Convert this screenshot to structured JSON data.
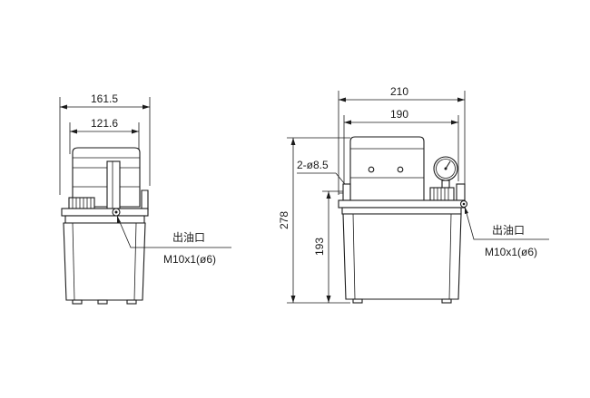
{
  "left_view": {
    "dims": {
      "overall_width": "161.5",
      "tank_width": "121.6"
    },
    "outlet_label": "出油口",
    "outlet_spec": "M10x1(ø6)"
  },
  "right_view": {
    "dims": {
      "overall_width": "210",
      "base_width": "190",
      "hole_spec": "2-ø8.5",
      "total_height": "278",
      "tank_height": "193"
    },
    "outlet_label": "出油口",
    "outlet_spec": "M10x1(ø6)"
  }
}
